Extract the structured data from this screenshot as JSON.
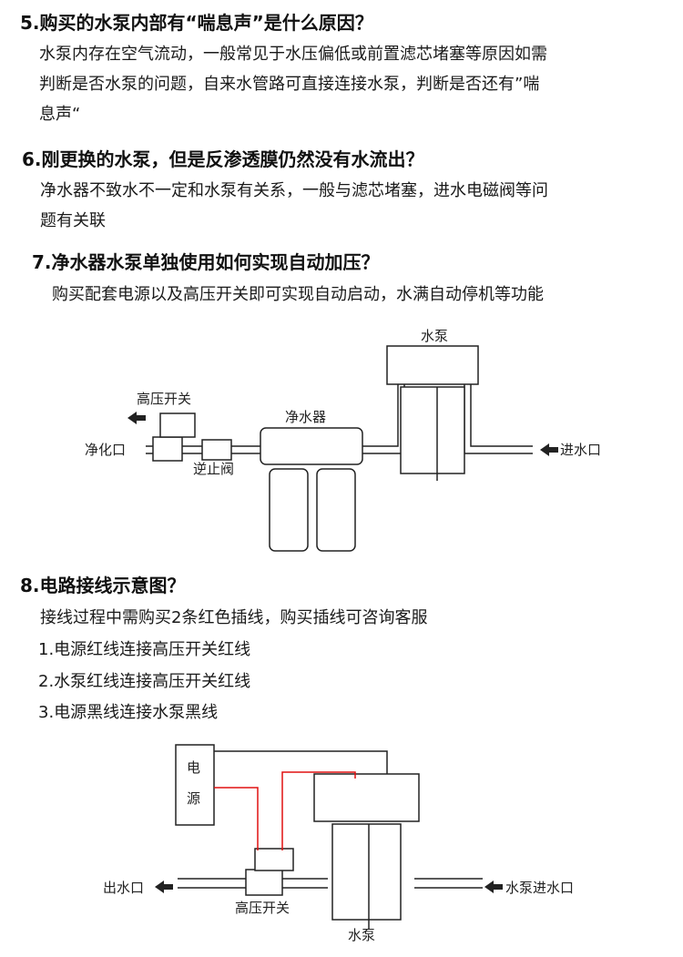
{
  "sections": [
    {
      "title": "5.购买的水泵内部有“喘息声”是什么原因？",
      "lines": [
        "水泵内存在空气流动，一般常见于水压偏低或前置滤芯堵塞等原因如需",
        "判断是否水泵的问题，自来水管路可直接连接水泵，判断是否还有”喘",
        "息声“"
      ]
    },
    {
      "title": "6.刚更换的水泵，但是反渗透膜仍然没有水流出？",
      "lines": [
        "净水器不致水不一定和水泵有关系，一般与滤芯堵塞，进水电磁阀等问",
        "题有关联"
      ]
    },
    {
      "title": "7.净水器水泵单独使用如何实现自动加压？",
      "lines": [
        "购买配套电源以及高压开关即可实现自动启动，水满自动停机等功能"
      ]
    },
    {
      "title": "8.电路接线示意图？",
      "lines": [
        "接线过程中需购买2条红色插线，购买插线可咨询客服",
        "1.电源红线连接高压开关红线",
        "2.水泵红线连接高压开关红线",
        "3.电源黑线连接水泵黑线"
      ]
    }
  ],
  "diagram1": {
    "pump": "水泵",
    "high_pressure_switch": "高压开关",
    "purifier": "净水器",
    "outlet": "净化口",
    "check_valve": "逆止阀",
    "inlet": "进水口"
  },
  "diagram2": {
    "power_1": "电",
    "power_2": "源",
    "outlet": "出水口",
    "switch": "高压开关",
    "pump": "水泵",
    "inlet": "水泵进水口",
    "wire_color": "#e01010"
  }
}
